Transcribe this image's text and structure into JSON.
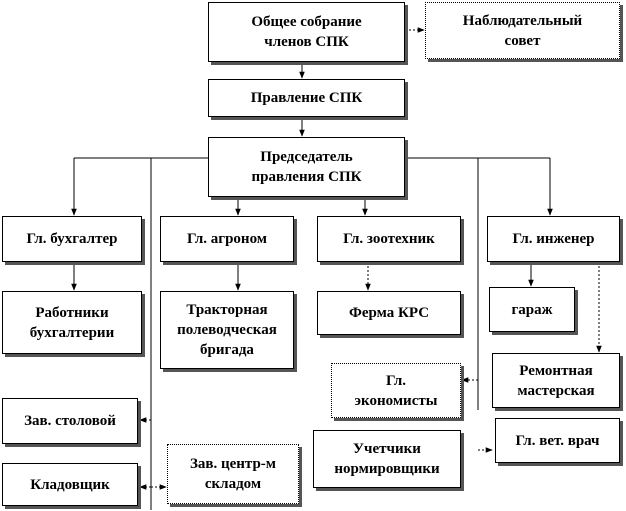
{
  "nodes": {
    "general_meeting": "Общее собрание\nчленов СПК",
    "supervisory_board": "Наблюдательный\nсовет",
    "board": "Правление СПК",
    "chairman": "Председатель\nправления СПК",
    "chief_accountant": "Гл. бухгалтер",
    "chief_agronomist": "Гл. агроном",
    "chief_zootechnician": "Гл. зоотехник",
    "chief_engineer": "Гл. инженер",
    "accounting_staff": "Работники\nбухгалтерии",
    "tractor_brigade": "Тракторная\nполеводческая\nбригада",
    "cattle_farm": "Ферма КРС",
    "garage": "гараж",
    "repair_shop": "Ремонтная\nмастерская",
    "chief_economists": "Гл.\nэкономисты",
    "canteen_manager": "Зав. столовой",
    "accountants_rate_setters": "Учетчики\nнормировщики",
    "chief_vet": "Гл. вет.  врач",
    "storekeeper": "Кладовщик",
    "warehouse_manager": "Зав. центр-м\nскладом"
  }
}
